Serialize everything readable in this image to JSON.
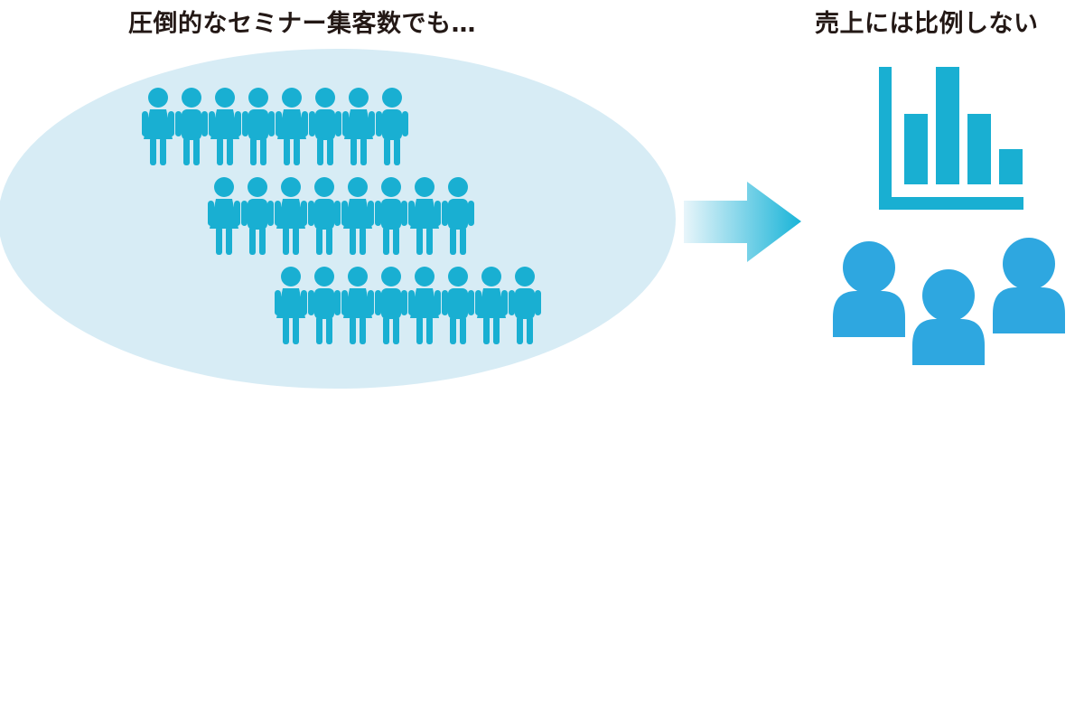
{
  "left_caption": "圧倒的なセミナー集客数でも…",
  "right_caption": "売上には比例しない",
  "icons": {
    "crowd": "person-icon",
    "arrow": "right-arrow-icon",
    "chart": "bar-chart-icon",
    "customers": "user-icon"
  },
  "colors": {
    "ellipse_fill": "#d7ecf5",
    "people": "#19afd2",
    "chart": "#19afd2",
    "customers": "#2ea7e0",
    "arrow_start": "#e8f5fa",
    "arrow_end": "#19b4d8",
    "caption_text": "#231815"
  },
  "crowd": {
    "rows": 3,
    "people_per_row": 8
  },
  "chart": {
    "bar_levels": [
      0.6,
      1.0,
      0.6,
      0.3
    ]
  },
  "customers": {
    "count": 3
  }
}
